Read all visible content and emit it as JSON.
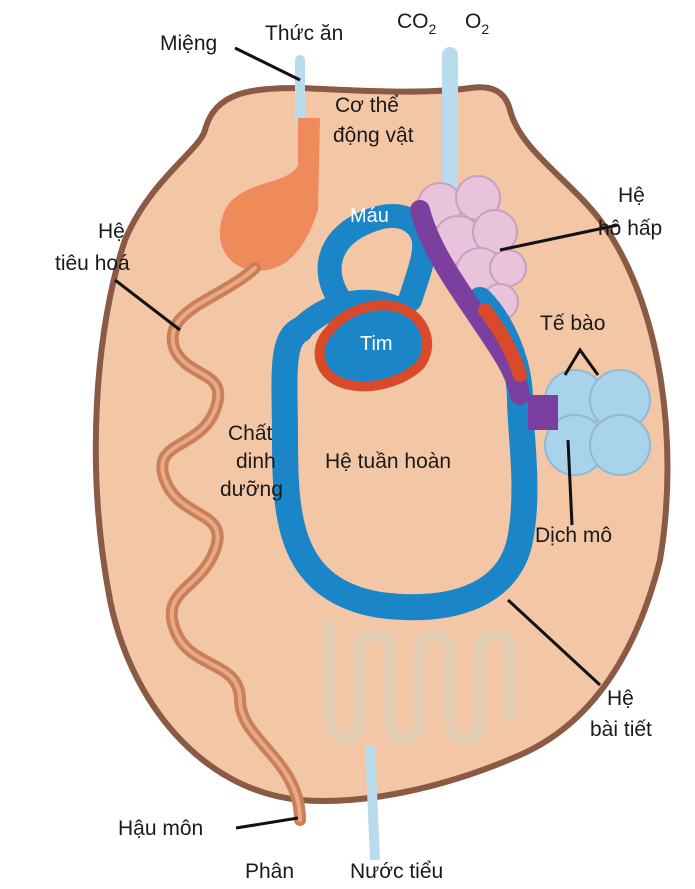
{
  "labels": {
    "mieng": "Miệng",
    "thuc_an": "Thức ăn",
    "co2": "CO",
    "co2_sub": "2",
    "o2": "O",
    "o2_sub": "2",
    "co_the_1": "Cơ thể",
    "co_the_2": "động vật",
    "mau": "Máu",
    "he_ho_hap_1": "Hệ",
    "he_ho_hap_2": "hô hấp",
    "he_tieu_hoa_1": "Hệ",
    "he_tieu_hoa_2": "tiêu hoá",
    "te_bao": "Tế bào",
    "tim": "Tim",
    "chat_dinh_duong_1": "Chất",
    "chat_dinh_duong_2": "dinh",
    "chat_dinh_duong_3": "dưỡng",
    "he_tuan_hoan": "Hệ tuần hoàn",
    "dich_mo": "Dịch mô",
    "he_bai_tiet_1": "Hệ",
    "he_bai_tiet_2": "bài tiết",
    "hau_mon": "Hậu môn",
    "phan": "Phân",
    "nuoc_tieu": "Nước tiểu"
  },
  "colors": {
    "body_fill": "#f3c6a5",
    "body_outline": "#8a5a44",
    "blood_blue": "#1a86c8",
    "heart_red": "#d94a2a",
    "deoxy_purple": "#7b3fa0",
    "stomach_orange": "#ef8a5a",
    "intestine": "#c9805a",
    "lung_pink": "#e9c2dc",
    "cell_blue": "#a9d3ea",
    "kidney_beige": "#e2cdb4",
    "tube_lightblue": "#b9dbee"
  }
}
